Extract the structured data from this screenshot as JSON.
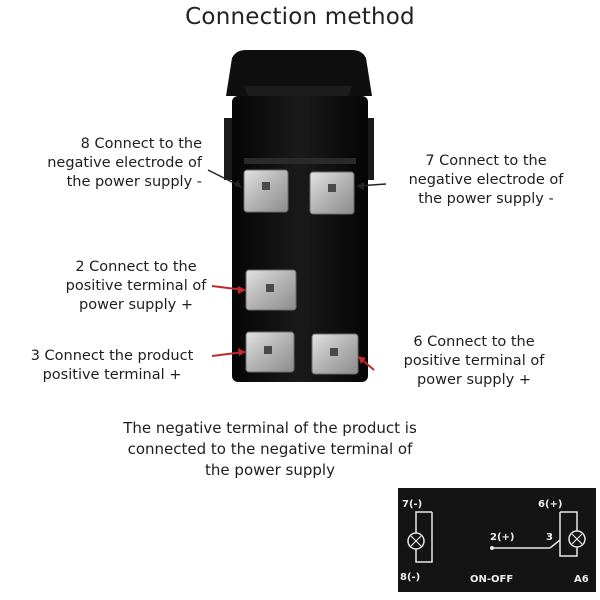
{
  "title": "Connection method",
  "labels": {
    "pin8": {
      "line1": "8 Connect to the",
      "line2": "negative electrode of",
      "line3": "the power supply -"
    },
    "pin7": {
      "line1": "7 Connect to the",
      "line2": "negative electrode of",
      "line3": "the power supply -"
    },
    "pin2": {
      "line1": "2 Connect to the",
      "line2": "positive terminal of",
      "line3": "power supply +"
    },
    "pin3": {
      "line1": "3 Connect the product",
      "line2": "positive terminal +"
    },
    "pin6": {
      "line1": "6 Connect to the",
      "line2": "positive terminal of",
      "line3": "power supply +"
    },
    "note": {
      "line1": "The negative terminal of the product is",
      "line2": "connected to the negative terminal of",
      "line3": "the power supply"
    }
  },
  "schematic": {
    "pin7": "7(-)",
    "pin6": "6(+)",
    "pin2": "2(+)",
    "pin3": "3",
    "pin8": "8(-)",
    "mode": "ON-OFF",
    "model": "A6"
  },
  "colors": {
    "switch_body": "#0d0d0d",
    "terminal": "#b9b9b9",
    "arrow": "#c0282d",
    "schematic_bg": "#141414",
    "schematic_line": "#e6e6e6"
  }
}
